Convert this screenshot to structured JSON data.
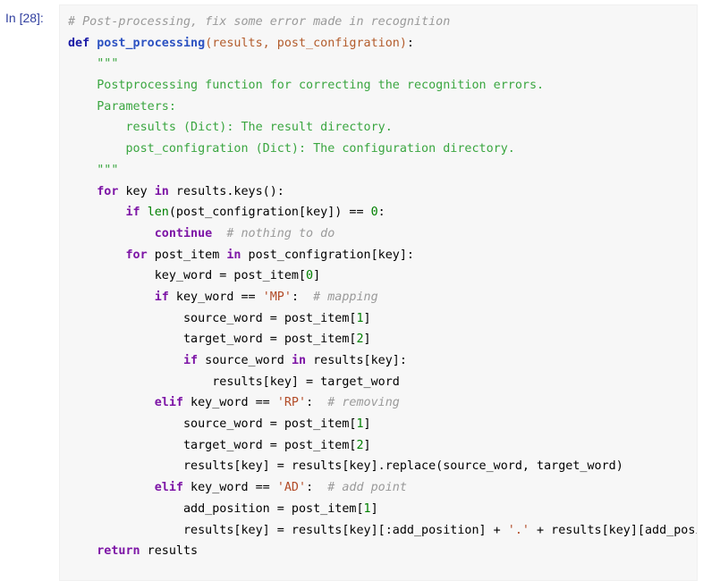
{
  "cell": {
    "prompt": "In [28]:"
  },
  "lines": [
    [
      {
        "t": "# Post-processing, fix some error made in recognition",
        "c": "com"
      }
    ],
    [
      {
        "t": "def",
        "c": "def"
      },
      {
        "t": " "
      },
      {
        "t": "post_processing",
        "c": "fn"
      },
      {
        "t": "(results, post_configration)",
        "c": "par"
      },
      {
        "t": ":"
      }
    ],
    [
      {
        "t": "    "
      },
      {
        "t": "\"\"\"",
        "c": "doc"
      }
    ],
    [
      {
        "t": "    "
      },
      {
        "t": "Postprocessing function for correcting the recognition errors.",
        "c": "doc"
      }
    ],
    [
      {
        "t": "    "
      },
      {
        "t": "Parameters:",
        "c": "doc"
      }
    ],
    [
      {
        "t": "        "
      },
      {
        "t": "results (Dict): The result directory.",
        "c": "doc"
      }
    ],
    [
      {
        "t": "        "
      },
      {
        "t": "post_configration (Dict): The configuration directory.",
        "c": "doc"
      }
    ],
    [
      {
        "t": "    "
      },
      {
        "t": "\"\"\"",
        "c": "doc"
      }
    ],
    [
      {
        "t": "    "
      },
      {
        "t": "for",
        "c": "kw"
      },
      {
        "t": " key "
      },
      {
        "t": "in",
        "c": "kw"
      },
      {
        "t": " results.keys():"
      }
    ],
    [
      {
        "t": "        "
      },
      {
        "t": "if",
        "c": "kw"
      },
      {
        "t": " "
      },
      {
        "t": "len",
        "c": "bi"
      },
      {
        "t": "(post_configration[key]) == "
      },
      {
        "t": "0",
        "c": "num"
      },
      {
        "t": ":"
      }
    ],
    [
      {
        "t": "            "
      },
      {
        "t": "continue",
        "c": "kw"
      },
      {
        "t": "  "
      },
      {
        "t": "# nothing to do",
        "c": "com"
      }
    ],
    [
      {
        "t": "        "
      },
      {
        "t": "for",
        "c": "kw"
      },
      {
        "t": " post_item "
      },
      {
        "t": "in",
        "c": "kw"
      },
      {
        "t": " post_configration[key]:"
      }
    ],
    [
      {
        "t": "            key_word = post_item["
      },
      {
        "t": "0",
        "c": "num"
      },
      {
        "t": "]"
      }
    ],
    [
      {
        "t": "            "
      },
      {
        "t": "if",
        "c": "kw"
      },
      {
        "t": " key_word == "
      },
      {
        "t": "'MP'",
        "c": "str"
      },
      {
        "t": ":  "
      },
      {
        "t": "# mapping",
        "c": "com"
      }
    ],
    [
      {
        "t": "                source_word = post_item["
      },
      {
        "t": "1",
        "c": "num"
      },
      {
        "t": "]"
      }
    ],
    [
      {
        "t": "                target_word = post_item["
      },
      {
        "t": "2",
        "c": "num"
      },
      {
        "t": "]"
      }
    ],
    [
      {
        "t": "                "
      },
      {
        "t": "if",
        "c": "kw"
      },
      {
        "t": " source_word "
      },
      {
        "t": "in",
        "c": "kw"
      },
      {
        "t": " results[key]:"
      }
    ],
    [
      {
        "t": "                    results[key] = target_word"
      }
    ],
    [
      {
        "t": "            "
      },
      {
        "t": "elif",
        "c": "kw"
      },
      {
        "t": " key_word == "
      },
      {
        "t": "'RP'",
        "c": "str"
      },
      {
        "t": ":  "
      },
      {
        "t": "# removing",
        "c": "com"
      }
    ],
    [
      {
        "t": "                source_word = post_item["
      },
      {
        "t": "1",
        "c": "num"
      },
      {
        "t": "]"
      }
    ],
    [
      {
        "t": "                target_word = post_item["
      },
      {
        "t": "2",
        "c": "num"
      },
      {
        "t": "]"
      }
    ],
    [
      {
        "t": "                results[key] = results[key].replace(source_word, target_word)"
      }
    ],
    [
      {
        "t": "            "
      },
      {
        "t": "elif",
        "c": "kw"
      },
      {
        "t": " key_word == "
      },
      {
        "t": "'AD'",
        "c": "str"
      },
      {
        "t": ":  "
      },
      {
        "t": "# add point",
        "c": "com"
      }
    ],
    [
      {
        "t": "                add_position = post_item["
      },
      {
        "t": "1",
        "c": "num"
      },
      {
        "t": "]"
      }
    ],
    [
      {
        "t": "                results[key] = results[key][:add_position] + "
      },
      {
        "t": "'.'",
        "c": "str"
      },
      {
        "t": " + results[key][add_posi"
      }
    ],
    [
      {
        "t": "    "
      },
      {
        "t": "return",
        "c": "kw"
      },
      {
        "t": " results"
      }
    ]
  ]
}
